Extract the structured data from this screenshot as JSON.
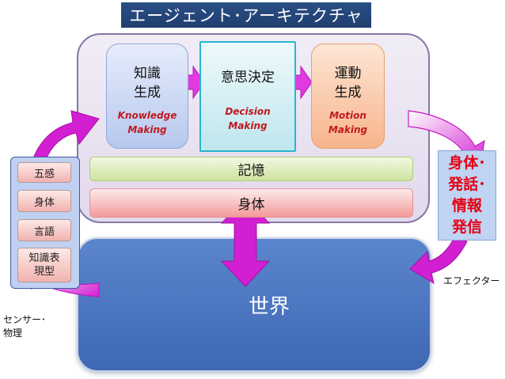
{
  "title": "エージェント･アーキテクチャ",
  "modules": {
    "knowledge": {
      "jp": "知識\n生成",
      "en": "Knowledge\nMaking"
    },
    "decision": {
      "jp": "意思決定",
      "en": "Decision\nMaking"
    },
    "motion": {
      "jp": "運動\n生成",
      "en": "Motion\nMaking"
    }
  },
  "layers": {
    "memory": "記憶",
    "body": "身体"
  },
  "world": "世界",
  "sensors": [
    "五感",
    "身体",
    "言語",
    "知識表\n現型"
  ],
  "output": "身体･\n発話･\n情報\n発信",
  "labels": {
    "effector": "エフェクター",
    "sensor": "センサー･\n物理"
  },
  "colors": {
    "arrow_magenta": "#d21fd2",
    "title_bg": "#234679",
    "output_text": "#e60012"
  }
}
